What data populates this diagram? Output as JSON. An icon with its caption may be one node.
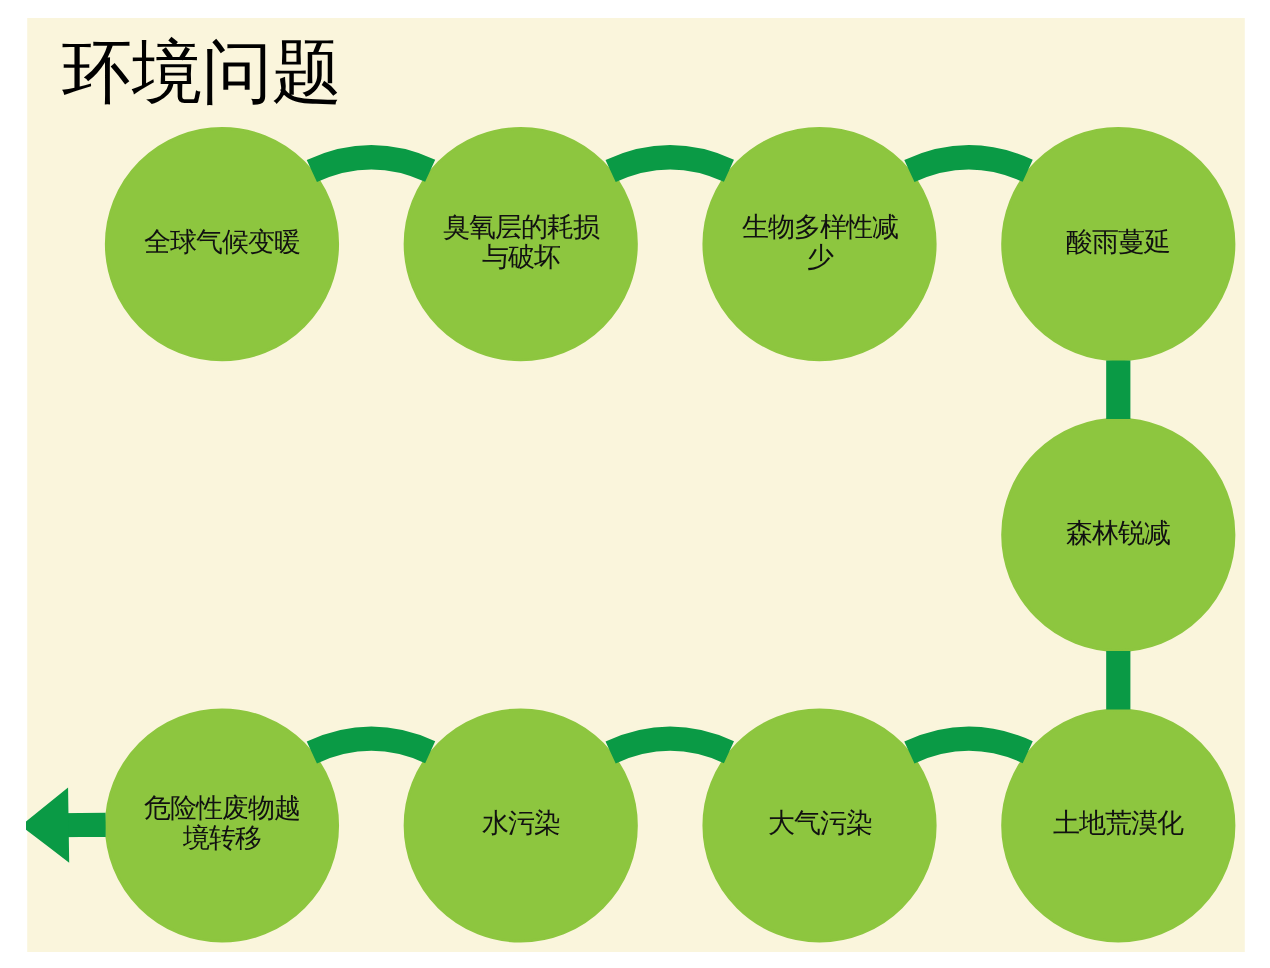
{
  "diagram": {
    "title": "环境问题",
    "nodes": [
      {
        "text": [
          "全球气候变暖"
        ]
      },
      {
        "text": [
          "臭氧层的耗损与破坏"
        ]
      },
      {
        "text": [
          "生物多样性减少"
        ]
      },
      {
        "text": [
          "酸雨蔓延"
        ]
      },
      {
        "text": [
          "森林锐减"
        ]
      },
      {
        "text": [
          "土地荒漠化"
        ]
      },
      {
        "text": [
          "大气污染"
        ]
      },
      {
        "text": [
          "水污染"
        ]
      },
      {
        "text": [
          "危险性废物越境转移"
        ]
      }
    ],
    "edges": [
      {
        "from": 0,
        "to": 1,
        "arrow": "none"
      },
      {
        "from": 1,
        "to": 2,
        "arrow": "none"
      },
      {
        "from": 2,
        "to": 3,
        "arrow": "none"
      },
      {
        "from": 3,
        "to": 4,
        "arrow": "none"
      },
      {
        "from": 4,
        "to": 5,
        "arrow": "none"
      },
      {
        "from": 5,
        "to": 6,
        "arrow": "none"
      },
      {
        "from": 6,
        "to": 7,
        "arrow": "none"
      },
      {
        "from": 7,
        "to": 8,
        "arrow": "none"
      },
      {
        "from": 8,
        "to": null,
        "arrow": "to"
      }
    ]
  }
}
